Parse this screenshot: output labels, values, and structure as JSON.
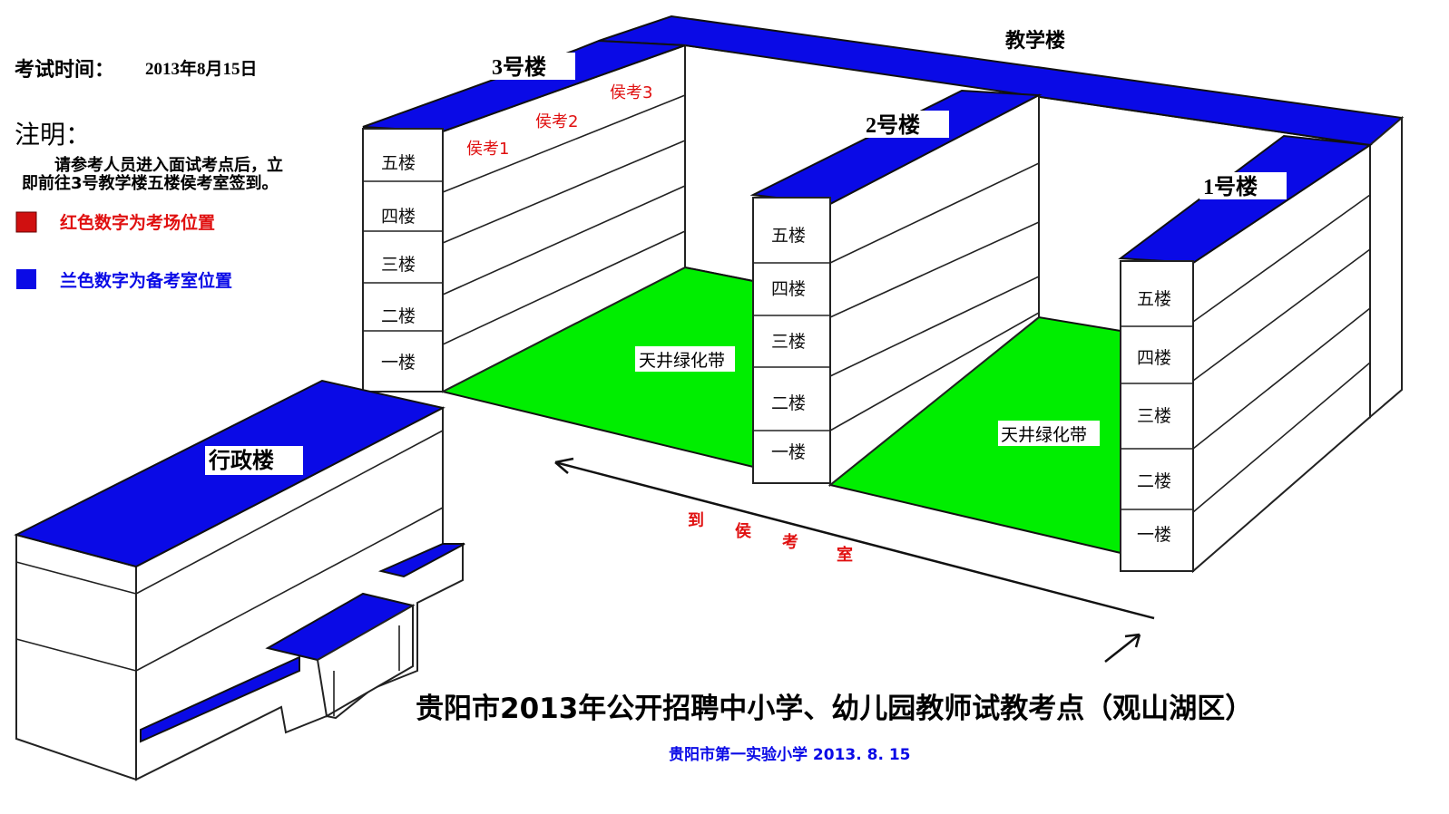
{
  "header": {
    "exam_time_label": "考试时间：",
    "exam_time_value": "2013年8月15日",
    "note_title": "注明：",
    "note_line1": "请参考人员进入面试考点后，立",
    "note_line2": "即前往3号教学楼五楼侯考室签到。"
  },
  "legend": [
    {
      "label": "红色数字为考场位置",
      "color": "#e01010"
    },
    {
      "label": "兰色数字为备考室位置",
      "color": "#0a0ae6"
    }
  ],
  "buildings": {
    "teaching": "教学楼",
    "b3": "3号楼",
    "b2": "2号楼",
    "b1": "1号楼",
    "admin": "行政楼"
  },
  "floors": [
    "五楼",
    "四楼",
    "三楼",
    "二楼",
    "一楼"
  ],
  "waiting_rooms": [
    "侯考1",
    "侯考2",
    "侯考3"
  ],
  "courtyard_label": "天井绿化带",
  "route_chars": [
    "到",
    "侯",
    "考",
    "室"
  ],
  "footer": {
    "title": "贵阳市2013年公开招聘中小学、幼儿园教师试教考点（观山湖区）",
    "subtitle": "贵阳市第一实验小学  2013. 8. 15"
  },
  "colors": {
    "roof": "#0a0ae6",
    "green": "#00ee00",
    "red": "#e01010"
  }
}
